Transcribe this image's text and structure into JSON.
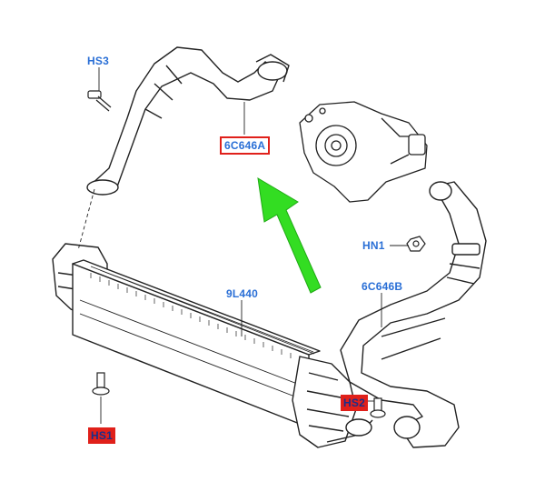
{
  "labels": {
    "hs3": "HS3",
    "hose_upper": "6C646A",
    "hn1": "HN1",
    "intercooler": "9L440",
    "hose_lower": "6C646B",
    "hs2": "HS2",
    "hs1": "HS1"
  },
  "colors": {
    "callout_text": "#2a6fd6",
    "highlight_red": "#e0201a",
    "arrow_green": "#33dd22",
    "line_art": "#222222"
  },
  "icons": {
    "arrow": "green-arrow-icon"
  }
}
